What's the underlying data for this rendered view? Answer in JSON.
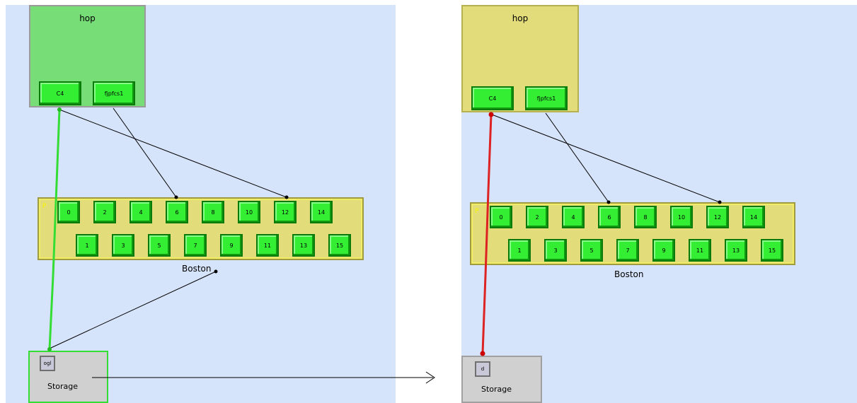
{
  "colors": {
    "panel_bg": "#d6e4fb",
    "hop_left_bg": "#77dd77",
    "hop_right_bg": "#e2dd7a",
    "port_green": "#33ee33",
    "switch_bg": "#e2dd7a",
    "healthy_link": "#33dd33",
    "failed_link": "#dd2222",
    "storage_bg": "#d0d0d0"
  },
  "left": {
    "hop_title": "hop",
    "hop_ports": [
      "C4",
      "fjpfcs1"
    ],
    "switch_mark": "P",
    "switch_top_ports": [
      "0",
      "2",
      "4",
      "6",
      "8",
      "10",
      "12",
      "14"
    ],
    "switch_bottom_ports": [
      "1",
      "3",
      "5",
      "7",
      "9",
      "11",
      "13",
      "15"
    ],
    "switch_label": "Boston",
    "storage_icon_text": "ogl",
    "storage_label": "Storage",
    "uplink_status": "healthy"
  },
  "right": {
    "hop_title": "hop",
    "hop_ports": [
      "C4",
      "fjpfcs1"
    ],
    "switch_mark": "P",
    "switch_top_ports": [
      "0",
      "2",
      "4",
      "6",
      "8",
      "10",
      "12",
      "14"
    ],
    "switch_bottom_ports": [
      "1",
      "3",
      "5",
      "7",
      "9",
      "11",
      "13",
      "15"
    ],
    "switch_label": "Boston",
    "storage_icon_text": "d",
    "storage_label": "Storage",
    "uplink_status": "failed"
  },
  "transition_arrow": "left-to-right"
}
